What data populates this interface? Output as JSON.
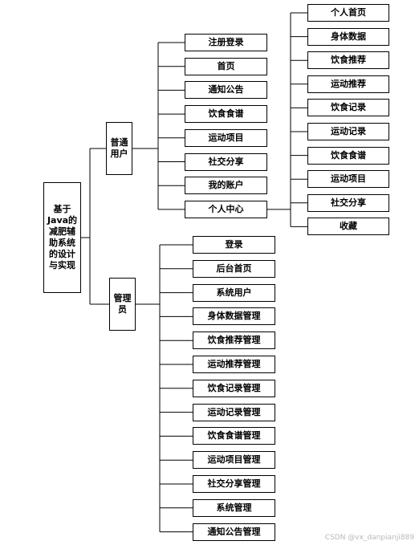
{
  "root": "基于Java的减肥辅助系统的设计与实现",
  "user_group": {
    "label": "普通用户",
    "items": [
      "注册登录",
      "首页",
      "通知公告",
      "饮食食谱",
      "运动项目",
      "社交分享",
      "我的账户",
      "个人中心"
    ],
    "personal_center_items": [
      "个人首页",
      "身体数据",
      "饮食推荐",
      "运动推荐",
      "饮食记录",
      "运动记录",
      "饮食食谱",
      "运动项目",
      "社交分享",
      "收藏"
    ]
  },
  "admin_group": {
    "label": "管理员",
    "items": [
      "登录",
      "后台首页",
      "系统用户",
      "身体数据管理",
      "饮食推荐管理",
      "运动推荐管理",
      "饮食记录管理",
      "运动记录管理",
      "饮食食谱管理",
      "运动项目管理",
      "社交分享管理",
      "系统管理",
      "通知公告管理"
    ]
  },
  "watermark": "CSDN @vx_danpianji889"
}
